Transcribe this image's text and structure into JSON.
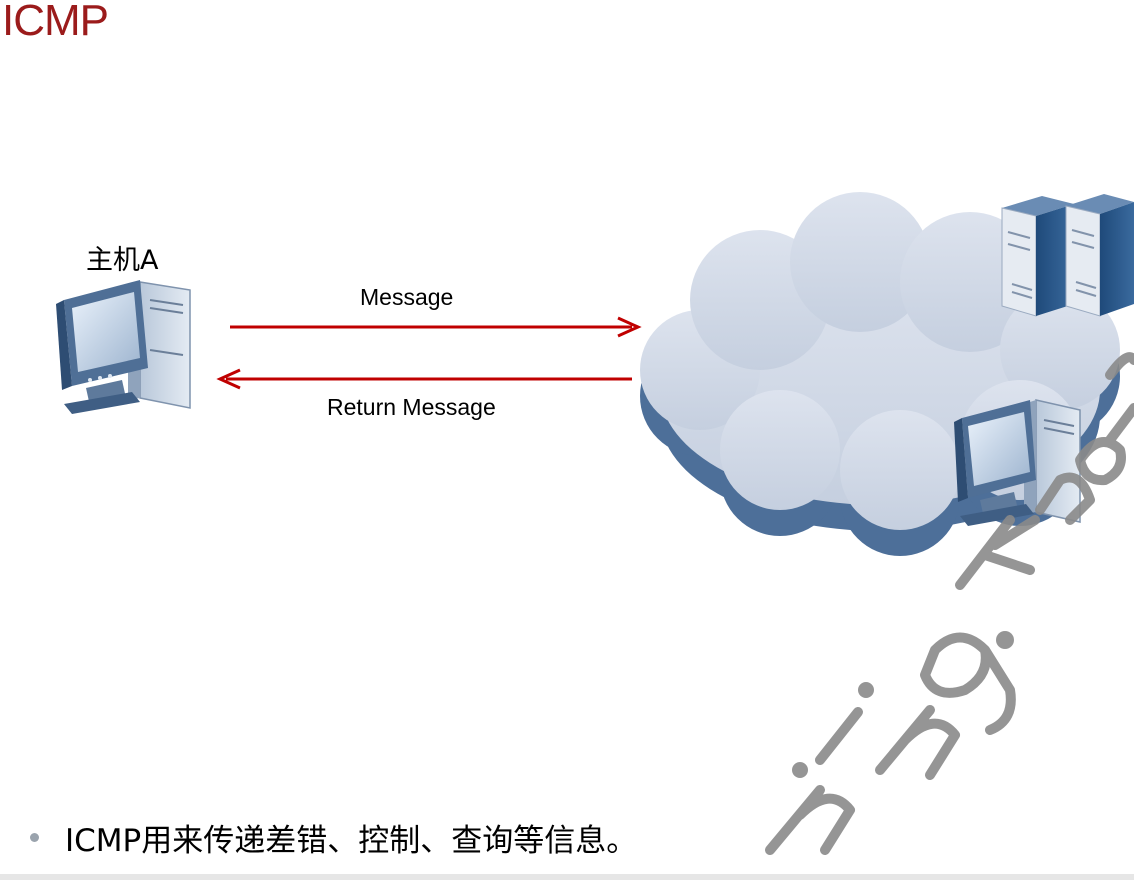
{
  "slide": {
    "title": "ICMP",
    "bullet": "ICMP用来传递差错、控制、查询等信息。"
  },
  "diagram": {
    "host_label": "主机A",
    "message_label": "Message",
    "return_label": "Return Message",
    "arrow_color": "#c00000"
  },
  "watermark": {
    "text": "huawei.learning."
  },
  "icons": {
    "host": "desktop-computer-icon",
    "network": "cloud-icon",
    "servers": "server-tower-icon",
    "remote_host": "desktop-computer-icon"
  }
}
